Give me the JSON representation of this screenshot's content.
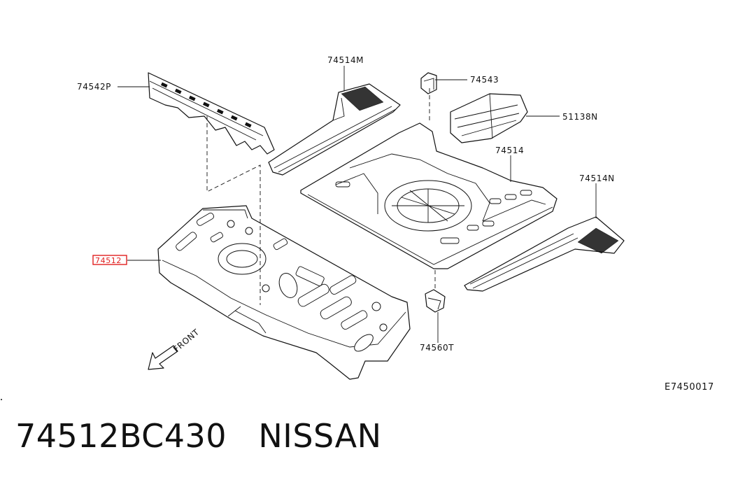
{
  "labels": {
    "p74542P": "74542P",
    "p74514M": "74514M",
    "p74543": "74543",
    "p51138N": "51138N",
    "p74514": "74514",
    "p74514N": "74514N",
    "p74512": "74512",
    "p74560T": "74560T"
  },
  "front_label": "FRONT",
  "diagram_code": "E7450017",
  "caption": "74512BC430   NISSAN",
  "highlight_color": "#e02020"
}
